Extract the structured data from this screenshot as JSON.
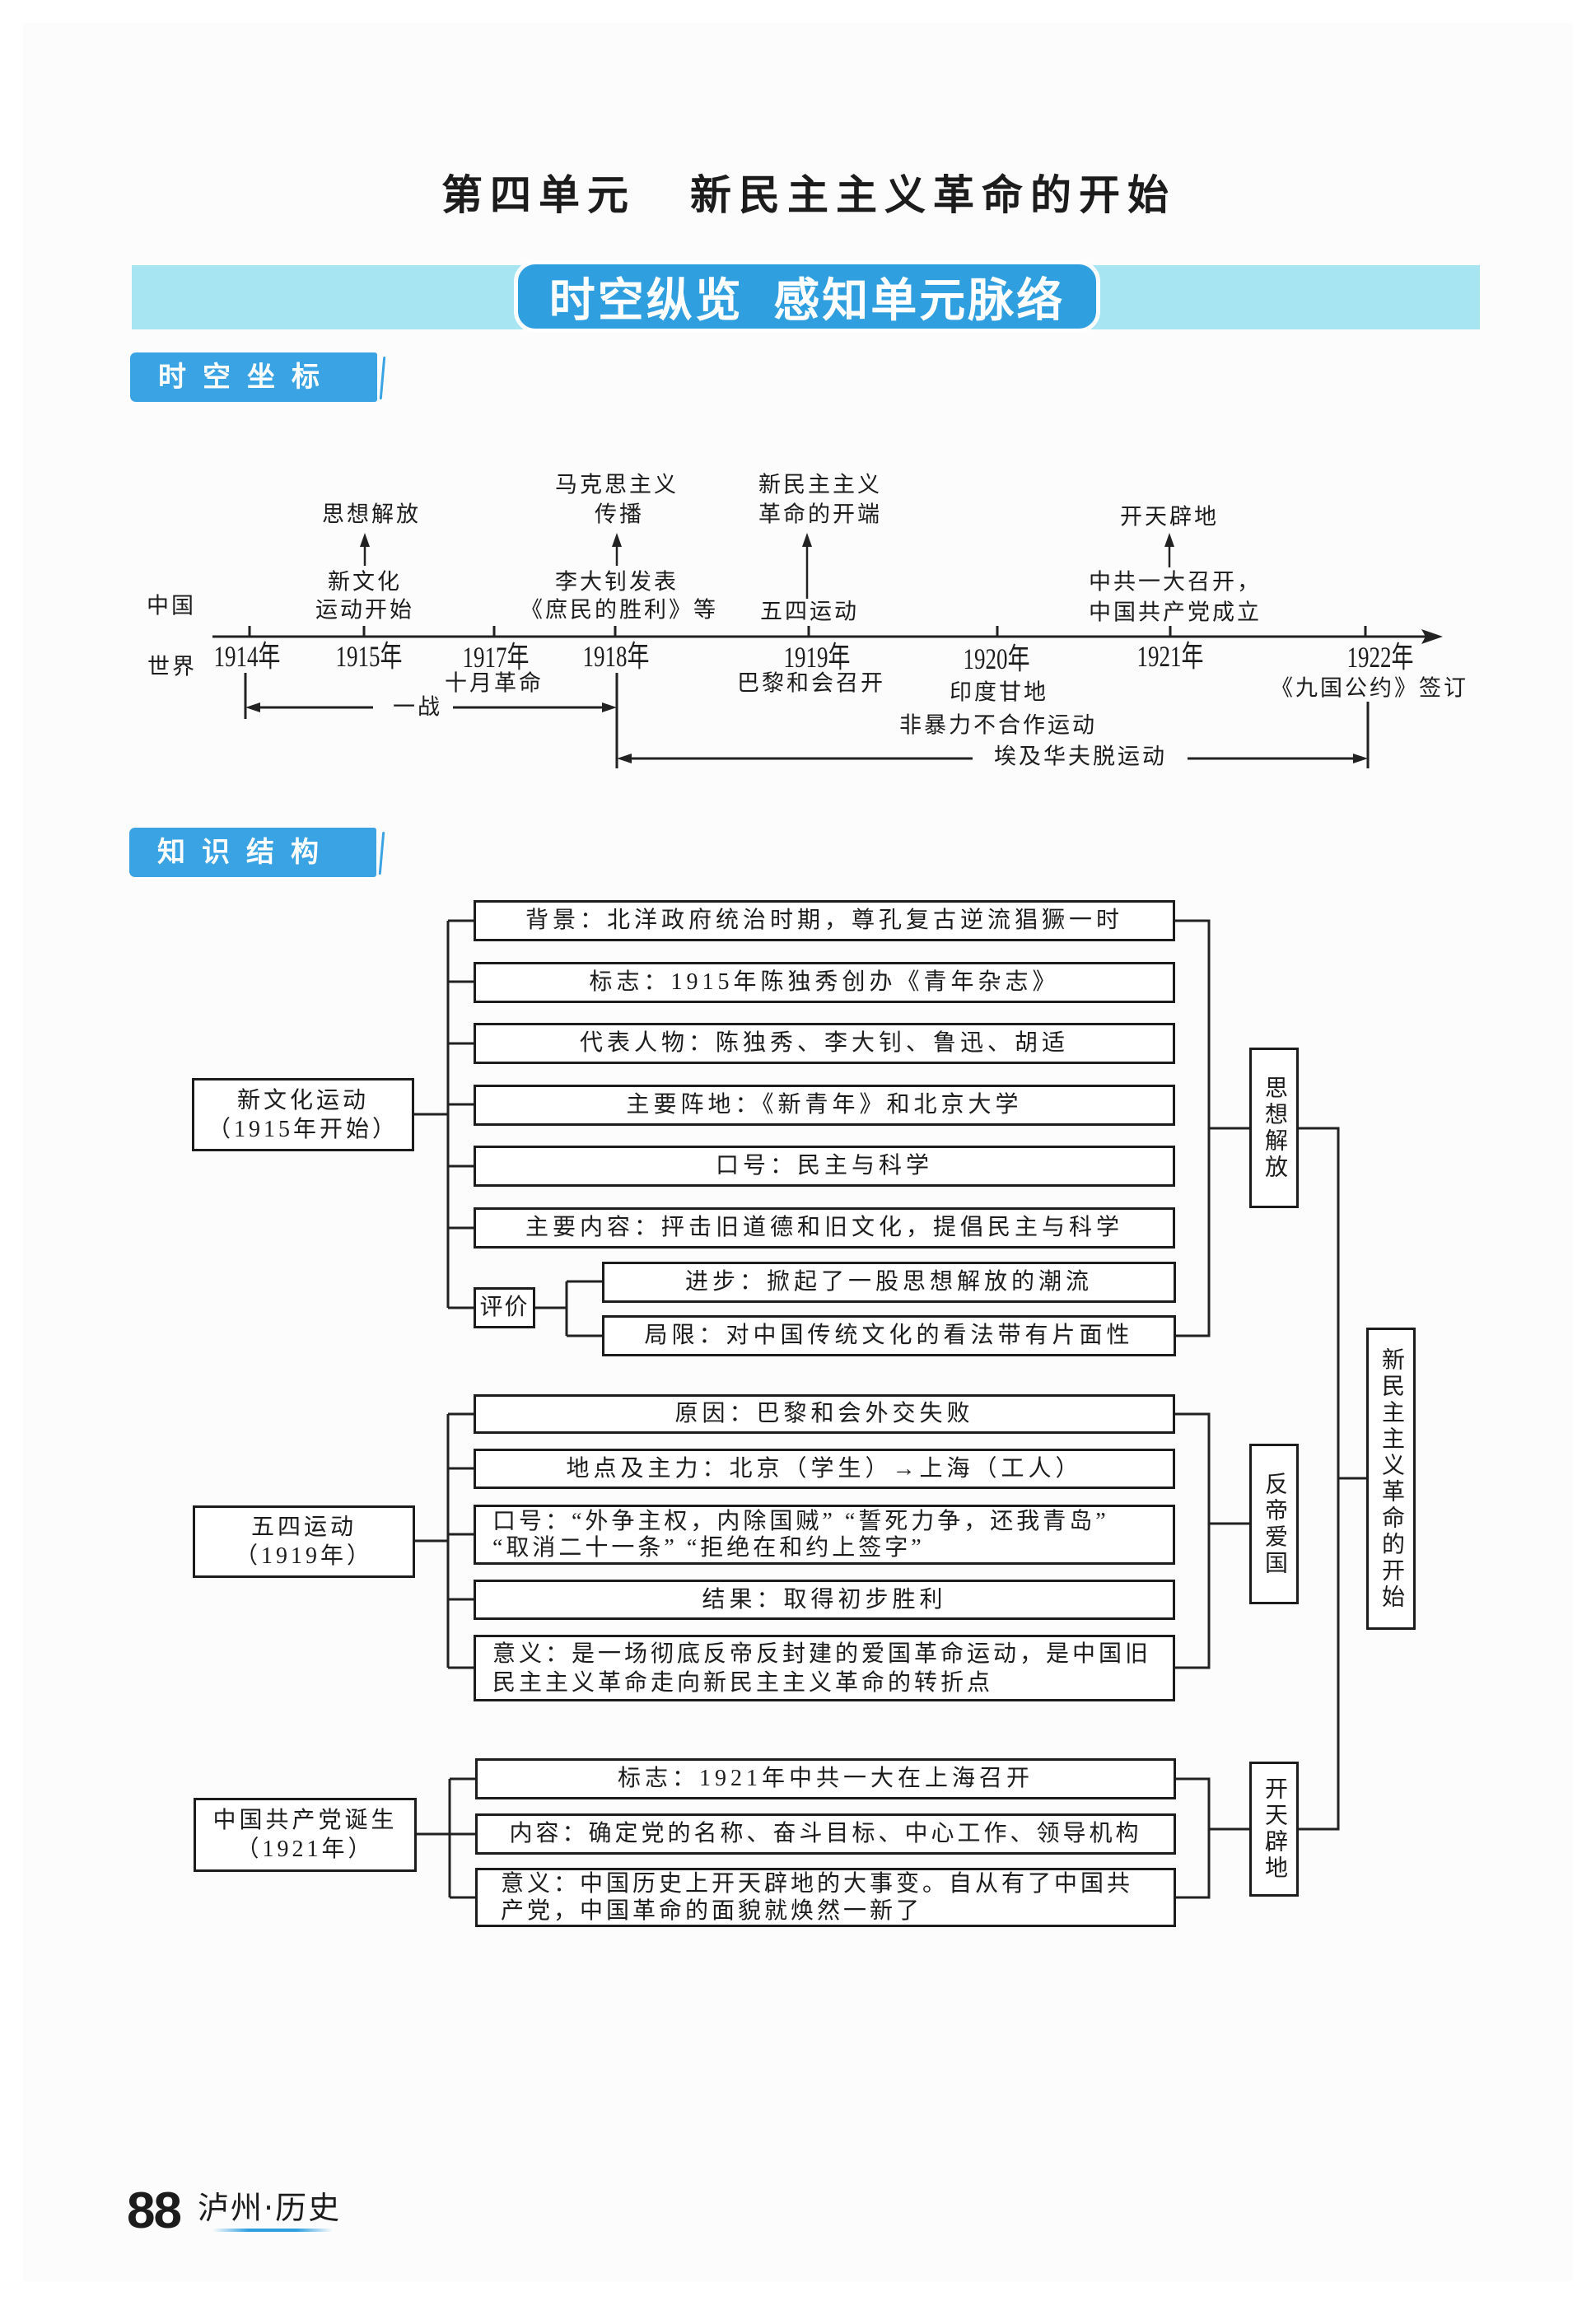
{
  "theme": {
    "accent": "#2f9fe0",
    "banner_bg": "#a7e5f3",
    "tag_bg": "#3aa3e3",
    "ink": "#1c1c1c"
  },
  "header": {
    "unit_label": "第四单元",
    "unit_name": "新民主主义革命的开始"
  },
  "banner": {
    "title": "时空纵览 感知单元脉络"
  },
  "section_tags": {
    "timeline": "时空坐标",
    "structure": "知识结构"
  },
  "timeline": {
    "row_labels": {
      "china": "中国",
      "world": "世界"
    },
    "years": [
      "1914年",
      "1915年",
      "1917年",
      "1918年",
      "1919年",
      "1920年",
      "1921年",
      "1922年"
    ],
    "china_events": [
      {
        "year": "1915年",
        "event_lines": [
          "新文化",
          "运动开始"
        ],
        "outcome_lines": [
          "思想解放"
        ]
      },
      {
        "year": "1918年",
        "event_lines": [
          "李大钊发表",
          "《庶民的胜利》等"
        ],
        "outcome_lines": [
          "马克思主义",
          "传播"
        ]
      },
      {
        "year": "1919年",
        "event_lines": [
          "五四运动"
        ],
        "outcome_lines": [
          "新民主主义",
          "革命的开端"
        ]
      },
      {
        "year": "1921年",
        "event_lines": [
          "中共一大召开，",
          "中国共产党成立"
        ],
        "outcome_lines": [
          "开天辟地"
        ]
      }
    ],
    "world_events": [
      {
        "year": "1917年",
        "lines": [
          "十月革命"
        ]
      },
      {
        "year": "1919年",
        "lines": [
          "巴黎和会召开"
        ]
      },
      {
        "year": "1920年",
        "lines": [
          "印度甘地",
          "非暴力不合作运动"
        ]
      },
      {
        "year": "1922年",
        "lines": [
          "《九国公约》签订"
        ]
      }
    ],
    "periods": [
      {
        "label": "一战",
        "start": "1914年",
        "end": "1918年"
      },
      {
        "label": "埃及华夫脱运动",
        "start": "1918年",
        "end": "1922年"
      }
    ]
  },
  "structure": {
    "blocks": [
      {
        "topic_lines": [
          "新文化运动",
          "（1915年开始）"
        ],
        "items": [
          [
            "背景：北洋政府统治时期，尊孔复古逆流猖獗一时"
          ],
          [
            "标志：1915年陈独秀创办《青年杂志》"
          ],
          [
            "代表人物：陈独秀、李大钊、鲁迅、胡适"
          ],
          [
            "主要阵地：《新青年》和北京大学"
          ],
          [
            "口号：民主与科学"
          ],
          [
            "主要内容：抨击旧道德和旧文化，提倡民主与科学"
          ]
        ],
        "evaluation": {
          "label": "评价",
          "items": [
            "进步：掀起了一股思想解放的潮流",
            "局限：对中国传统文化的看法带有片面性"
          ]
        },
        "summary": "思想解放"
      },
      {
        "topic_lines": [
          "五四运动",
          "（1919年）"
        ],
        "items": [
          [
            "原因：巴黎和会外交失败"
          ],
          [
            "地点及主力：北京（学生）→上海（工人）"
          ],
          [
            "口号：“外争主权，内除国贼” “誓死力争，还我青岛”",
            "“取消二十一条” “拒绝在和约上签字”"
          ],
          [
            "结果：取得初步胜利"
          ],
          [
            "意义：是一场彻底反帝反封建的爱国革命运动，是中国旧",
            "民主主义革命走向新民主主义革命的转折点"
          ]
        ],
        "summary": "反帝爱国"
      },
      {
        "topic_lines": [
          "中国共产党诞生",
          "（1921年）"
        ],
        "items": [
          [
            "标志：1921年中共一大在上海召开"
          ],
          [
            "内容：确定党的名称、奋斗目标、中心工作、领导机构"
          ],
          [
            "意义：中国历史上开天辟地的大事变。自从有了中国共",
            "产党，中国革命的面貌就焕然一新了"
          ]
        ],
        "summary": "开天辟地"
      }
    ],
    "conclusion": "新民主主义革命的开始"
  },
  "footer": {
    "page_number": "88",
    "book_title": "泸州·历史"
  }
}
